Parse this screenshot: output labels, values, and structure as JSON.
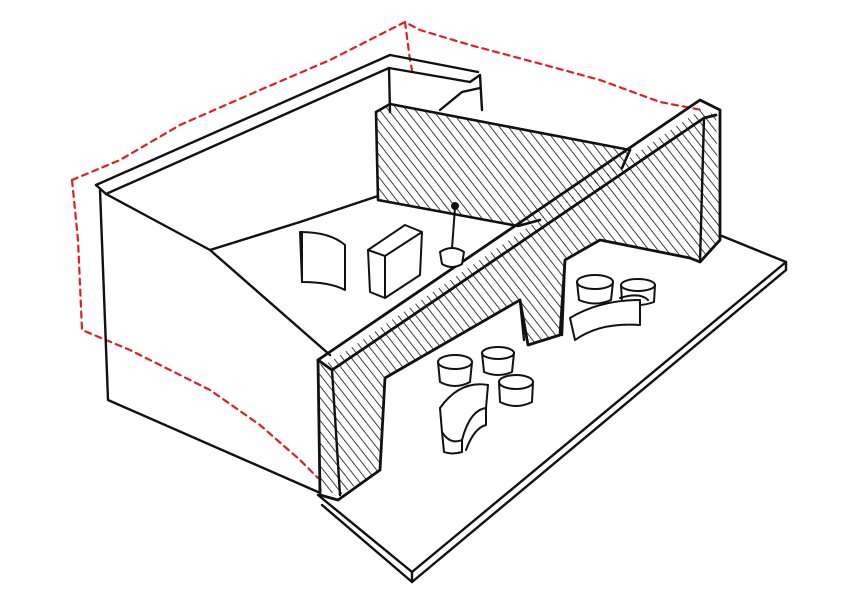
{
  "image": {
    "kind": "architectural-sketch",
    "background_color": "#ffffff",
    "ink_color": "#111111",
    "envelope_color": "#e02020",
    "envelope_style": "dashed"
  },
  "components": [
    "room-enclosure",
    "dashed-envelope-outline",
    "rear-partition-wall",
    "front-portal-wall",
    "floor-slab",
    "curved-panel",
    "display-box",
    "lamp",
    "stool-cluster-front",
    "stool-cluster-back"
  ]
}
